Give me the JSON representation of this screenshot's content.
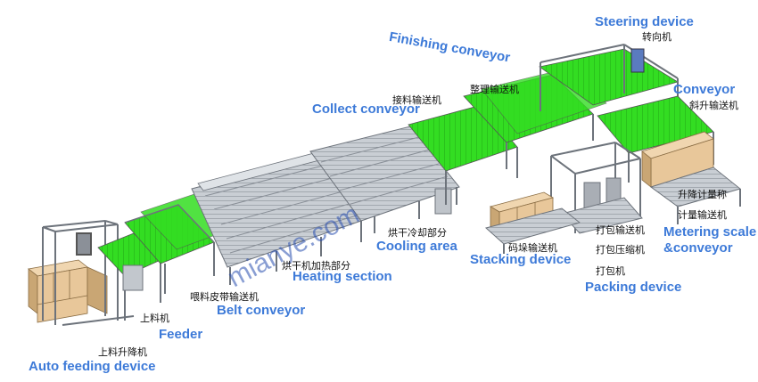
{
  "colors": {
    "belt_green": "#33dd22",
    "belt_green_dark": "#22a615",
    "frame": "#9aa0a8",
    "frame_dark": "#6d737b",
    "carton": "#e8c79a",
    "carton_dark": "#c9a674",
    "label_blue": "#3d7ad8",
    "label_black": "#111111",
    "watermark": "#2a4fb0"
  },
  "watermark": "mianye.com",
  "labels": {
    "steering_en": "Steering device",
    "steering_cn": "转向机",
    "finishing_en": "Finishing conveyor",
    "finishing_cn": "整理输送机",
    "conveyor_en": "Conveyor",
    "conveyor_cn": "斜升输送机",
    "collect_en": "Collect conveyor",
    "collect_cn": "接料输送机",
    "cooling_en": "Cooling area",
    "cooling_cn": "烘干冷却部分",
    "heating_en": "Heating section",
    "heating_cn": "烘干机加热部分",
    "belt_en": "Belt conveyor",
    "belt_cn": "喂料皮带输送机",
    "feeder_en": "Feeder",
    "feeder_cn": "上料机",
    "autofeed_en": "Auto feeding device",
    "autofeed_cn": "上料升降机",
    "stacking_en": "Stacking device",
    "stacking_cn": "码垛输送机",
    "packing_cn1": "打包输送机",
    "packing_cn2": "打包压缩机",
    "packing_cn3": "打包机",
    "packing_en": "Packing device",
    "metering_cn1": "升降计量称",
    "metering_cn2": "计量输送机",
    "metering_en1": "Metering scale",
    "metering_en2": "&conveyor"
  }
}
